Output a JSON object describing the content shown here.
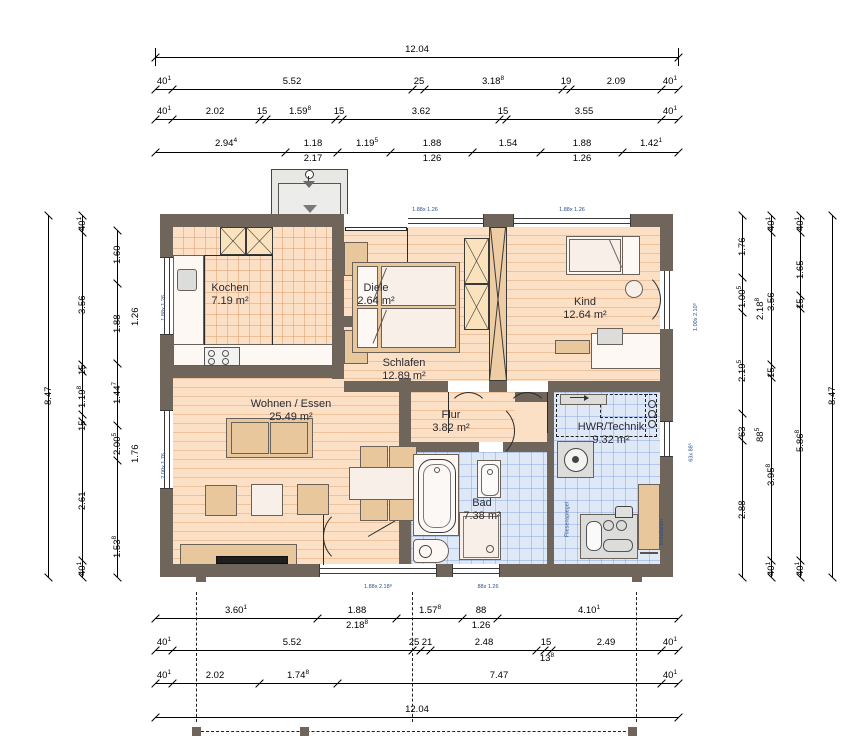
{
  "drawing": {
    "type": "architectural-floor-plan",
    "title": "Bungalow Grundriss",
    "units": "m",
    "overall_width": "12.04",
    "overall_height": "8.47"
  },
  "rooms": [
    {
      "id": "kochen",
      "name": "Kochen",
      "area": "7.19 m²",
      "floor": "tile-warm"
    },
    {
      "id": "diele",
      "name": "Diele",
      "area": "2.64 m²",
      "floor": "wood"
    },
    {
      "id": "schlafen",
      "name": "Schlafen",
      "area": "12.89 m²",
      "floor": "wood"
    },
    {
      "id": "kind",
      "name": "Kind",
      "area": "12.64 m²",
      "floor": "wood"
    },
    {
      "id": "wohnen",
      "name": "Wohnen / Essen",
      "area": "25.49 m²",
      "floor": "wood"
    },
    {
      "id": "flur",
      "name": "Flur",
      "area": "3.82 m²",
      "floor": "wood"
    },
    {
      "id": "bad",
      "name": "Bad",
      "area": "7.38 m²",
      "floor": "tile-blue"
    },
    {
      "id": "hwr",
      "name": "HWR/Technik",
      "area": "9.32 m²",
      "floor": "tile-blue"
    }
  ],
  "opening_labels": {
    "top_left_window": "1.88x 1.26",
    "top_right_window": "1.88x 1.26",
    "bottom_terrace_door": "1.88x 2.18⁸",
    "bottom_small_window": "88x 1.26",
    "left_upper_window": "1.88x 1.26",
    "left_lower_window": "2.00x 1.76",
    "right_door": "1.00x 2.10⁸",
    "right_small_window": "63x 88⁵",
    "bad_vertical": "Fliesenspiegel",
    "hwr_vertical": "Installation"
  },
  "dimensions": {
    "top": {
      "chain1": [
        {
          "value": "12.04"
        }
      ],
      "chain2": [
        {
          "value": "40",
          "sup": "1"
        },
        {
          "value": "5.52"
        },
        {
          "value": "25"
        },
        {
          "value": "3.18",
          "sup": "8"
        },
        {
          "value": "19"
        },
        {
          "value": "2.09"
        },
        {
          "value": "40",
          "sup": "1"
        }
      ],
      "chain3": [
        {
          "value": "40",
          "sup": "1"
        },
        {
          "value": "2.02"
        },
        {
          "value": "15"
        },
        {
          "value": "1.59",
          "sup": "8"
        },
        {
          "value": "15"
        },
        {
          "value": "3.62"
        },
        {
          "value": "15"
        },
        {
          "value": "3.55"
        },
        {
          "value": "40",
          "sup": "1"
        }
      ],
      "chain4": [
        {
          "value": "2.94",
          "sup": "4"
        },
        {
          "value": "1.18",
          "sub": "2.17"
        },
        {
          "value": "1.19",
          "sup": "5"
        },
        {
          "value": "1.88",
          "sub": "1.26"
        },
        {
          "value": "1.54"
        },
        {
          "value": "1.88",
          "sub": "1.26"
        },
        {
          "value": "1.42",
          "sup": "1"
        }
      ]
    },
    "bottom": {
      "chain1": [
        {
          "value": "3.60",
          "sup": "1"
        },
        {
          "value": "1.88",
          "sub": "2.18",
          "subsup": "8"
        },
        {
          "value": "1.57",
          "sup": "8"
        },
        {
          "value": "88",
          "sub": "1.26"
        },
        {
          "value": "4.10",
          "sup": "1"
        }
      ],
      "chain2": [
        {
          "value": "40",
          "sup": "1"
        },
        {
          "value": "5.52"
        },
        {
          "value": "25"
        },
        {
          "value": "21"
        },
        {
          "value": "2.48"
        },
        {
          "value": "15"
        },
        {
          "value": "13",
          "sup": "8"
        },
        {
          "value": "2.49"
        },
        {
          "value": "40",
          "sup": "1"
        }
      ],
      "chain3": [
        {
          "value": "40",
          "sup": "1"
        },
        {
          "value": "2.02"
        },
        {
          "value": "1.74",
          "sup": "8"
        },
        {
          "value": "7.47"
        },
        {
          "value": "40",
          "sup": "1"
        }
      ],
      "chain4": [
        {
          "value": "12.04"
        }
      ]
    },
    "left": {
      "chain1": [
        {
          "value": "8.47"
        }
      ],
      "chain2": [
        {
          "value": "40",
          "sup": "1"
        },
        {
          "value": "3.56"
        },
        {
          "value": "15"
        },
        {
          "value": "1.19",
          "sup": "8"
        },
        {
          "value": "15"
        },
        {
          "value": "2.61"
        },
        {
          "value": "40",
          "sup": "1"
        }
      ],
      "chain3": [
        {
          "value": "1.60"
        },
        {
          "value": "1.88"
        },
        {
          "value": "1.44",
          "sup": "7"
        },
        {
          "value": "2.00",
          "sup": "5"
        },
        {
          "value": "1.53",
          "sup": "8"
        }
      ],
      "chain3b": [
        {
          "value": "1.26"
        },
        {
          "value": "1.76"
        }
      ]
    },
    "right": {
      "chain1": [
        {
          "value": "1.76"
        },
        {
          "value": "1.00",
          "sup": "5"
        },
        {
          "value": "2.19",
          "sup": "5"
        },
        {
          "value": "63"
        },
        {
          "value": "2.88"
        }
      ],
      "chain1b": [
        {
          "value": "2.18",
          "sup": "8"
        },
        {
          "value": "88",
          "sup": "5"
        }
      ],
      "chain2": [
        {
          "value": "40",
          "sup": "1"
        },
        {
          "value": "3.56"
        },
        {
          "value": "15"
        },
        {
          "value": "3.95",
          "sup": "8"
        },
        {
          "value": "40",
          "sup": "1"
        }
      ],
      "chain3": [
        {
          "value": "40",
          "sup": "1"
        },
        {
          "value": "1.65"
        },
        {
          "value": "15"
        },
        {
          "value": "5.86",
          "sup": "8"
        },
        {
          "value": "40",
          "sup": "1"
        }
      ],
      "chain4": [
        {
          "value": "8.47"
        }
      ]
    }
  },
  "colors": {
    "wall": "#6f655b",
    "warm_floor": "#fbe0c6",
    "blue_tile": "#dfe8f7",
    "label_text": "#2b2b33",
    "dimension_text": "#000000",
    "opening_label": "#2a4f8f",
    "furniture_tan": "#e8c79c",
    "paper": "#ffffff"
  }
}
